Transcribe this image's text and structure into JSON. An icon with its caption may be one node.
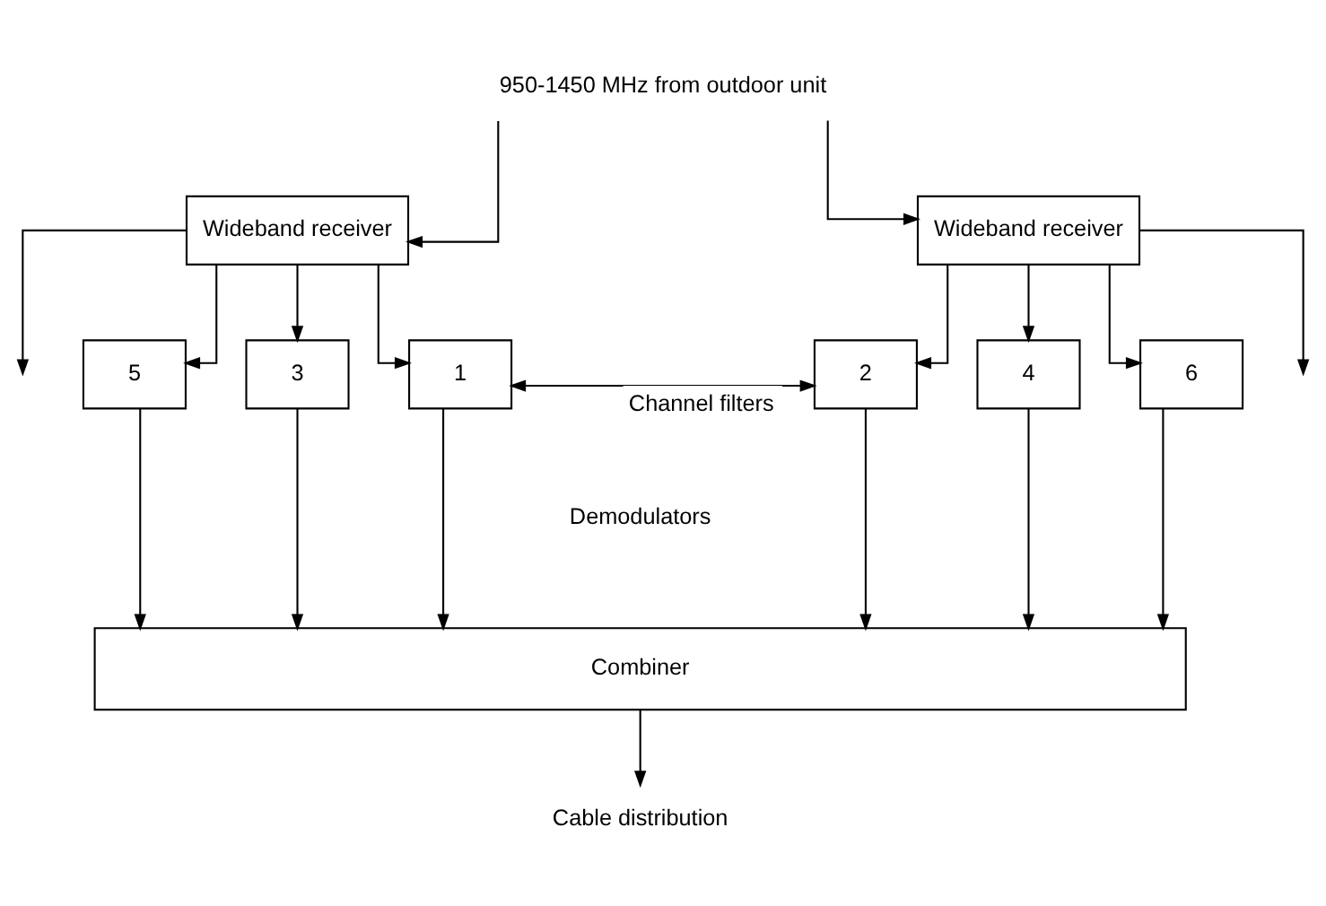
{
  "diagram": {
    "nodes": [
      {
        "text": [
          "950-1450 MHz from outdoor unit"
        ]
      },
      {
        "text": [
          "Wideband receiver"
        ]
      },
      {
        "text": [
          "Wideband receiver"
        ]
      },
      {
        "text": [
          "5"
        ]
      },
      {
        "text": [
          "3"
        ]
      },
      {
        "text": [
          "1"
        ]
      },
      {
        "text": [
          "2"
        ]
      },
      {
        "text": [
          "4"
        ]
      },
      {
        "text": [
          "6"
        ]
      },
      {
        "text": [
          "Combiner"
        ]
      },
      {
        "text": [
          "Cable distribution"
        ]
      }
    ],
    "edges": [
      {
        "from": 0,
        "to": 1,
        "arrow": "to"
      },
      {
        "from": 0,
        "to": 2,
        "arrow": "to"
      },
      {
        "from": 1,
        "to": null,
        "arrow": "to"
      },
      {
        "from": 1,
        "to": 3,
        "arrow": "to"
      },
      {
        "from": 1,
        "to": 4,
        "arrow": "to"
      },
      {
        "from": 1,
        "to": 5,
        "arrow": "to"
      },
      {
        "from": 2,
        "to": 6,
        "arrow": "to"
      },
      {
        "from": 2,
        "to": 7,
        "arrow": "to"
      },
      {
        "from": 2,
        "to": 8,
        "arrow": "to"
      },
      {
        "from": 2,
        "to": null,
        "arrow": "to"
      },
      {
        "from": 5,
        "to": 6,
        "arrow": "both",
        "label": "Channel filters"
      },
      {
        "from": 3,
        "to": 9,
        "arrow": "to"
      },
      {
        "from": 4,
        "to": 9,
        "arrow": "to"
      },
      {
        "from": 5,
        "to": 9,
        "arrow": "to"
      },
      {
        "from": 6,
        "to": 9,
        "arrow": "to"
      },
      {
        "from": 7,
        "to": 9,
        "arrow": "to"
      },
      {
        "from": 8,
        "to": 9,
        "arrow": "to"
      },
      {
        "from": 9,
        "to": 10,
        "arrow": "to"
      }
    ],
    "labels": [
      "Demodulators"
    ]
  }
}
